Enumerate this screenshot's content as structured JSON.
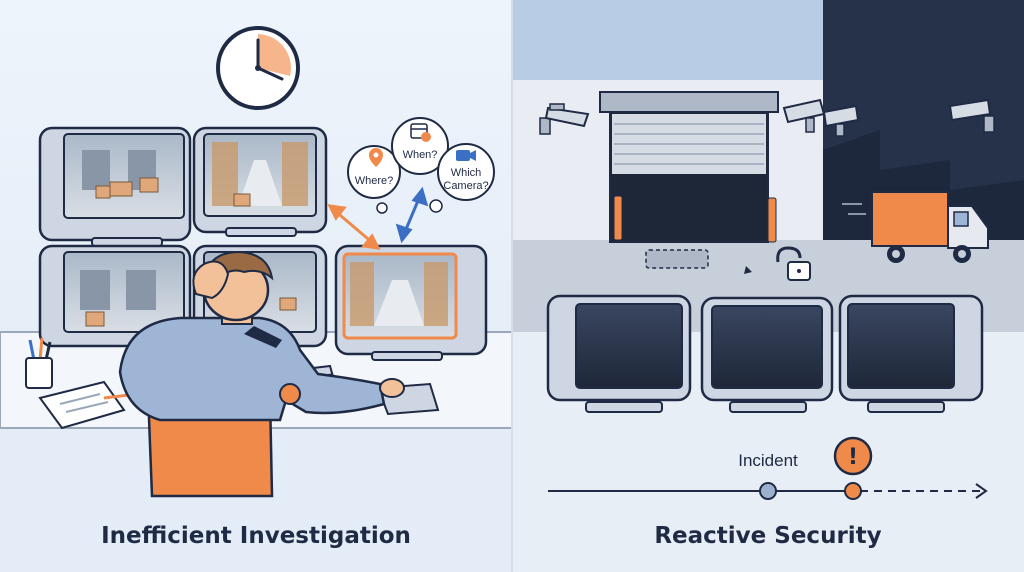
{
  "left_panel": {
    "caption": "Inefficient Investigation",
    "bubbles": {
      "where": "Where?",
      "when": "When?",
      "which_line1": "Which",
      "which_line2": "Camera?"
    }
  },
  "right_panel": {
    "caption": "Reactive Security",
    "incident_label": "Incident",
    "alert_symbol": "!"
  },
  "colors": {
    "navy": "#1f2a44",
    "accent_orange": "#f08a4b",
    "left_background": "#e6eff9",
    "night_sky": "#26324a",
    "timeline_blue": "#9db1cf"
  }
}
